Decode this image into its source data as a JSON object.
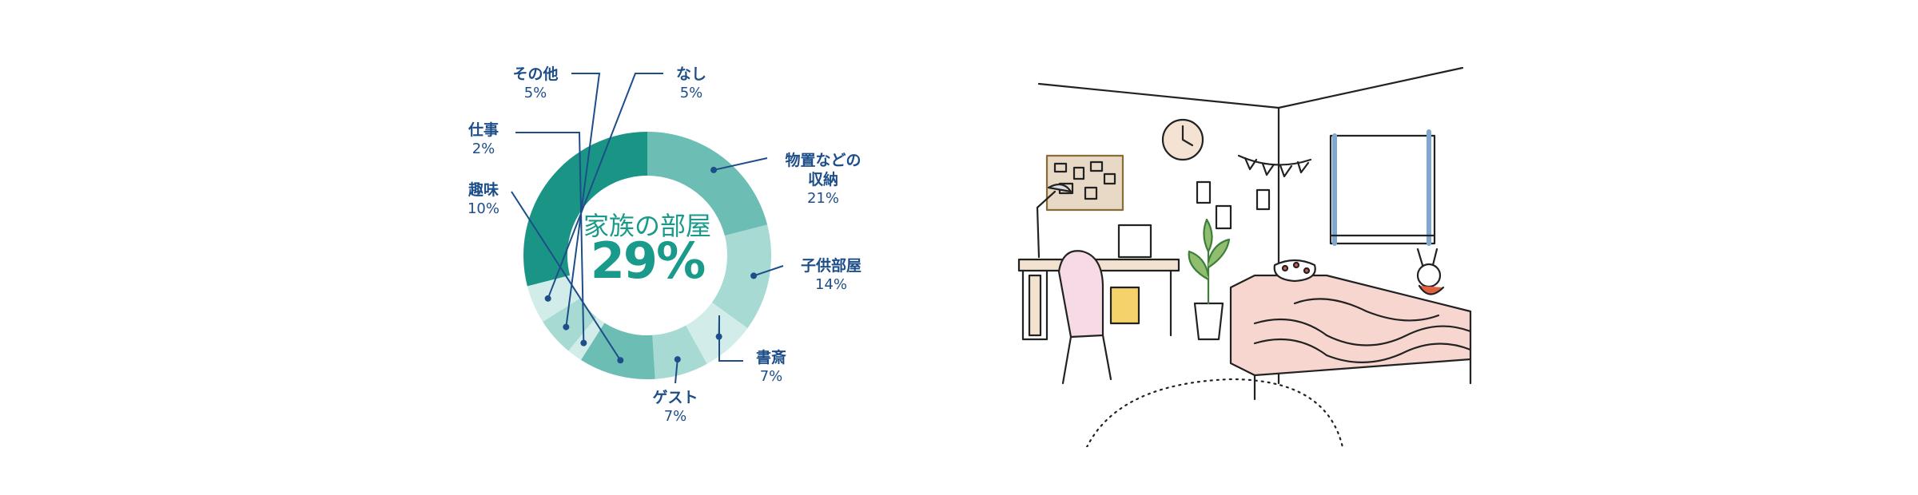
{
  "chart_data": {
    "type": "pie",
    "donut": true,
    "center_label": "家族の部屋",
    "center_value": "29%",
    "slices": [
      {
        "label": "家族の部屋",
        "value": 29,
        "display": "29%",
        "color": "#1a9585"
      },
      {
        "label": "物置などの収納",
        "value": 21,
        "display": "21%",
        "color": "#6cbdb3"
      },
      {
        "label": "子供部屋",
        "value": 14,
        "display": "14%",
        "color": "#a6dad3"
      },
      {
        "label": "書斎",
        "value": 7,
        "display": "7%",
        "color": "#d2ede9"
      },
      {
        "label": "ゲスト",
        "value": 7,
        "display": "7%",
        "color": "#a6dad3"
      },
      {
        "label": "趣味",
        "value": 10,
        "display": "10%",
        "color": "#6cbdb3"
      },
      {
        "label": "仕事",
        "value": 2,
        "display": "2%",
        "color": "#d2ede9"
      },
      {
        "label": "その他",
        "value": 5,
        "display": "5%",
        "color": "#a6dad3"
      },
      {
        "label": "なし",
        "value": 5,
        "display": "5%",
        "color": "#d2ede9"
      }
    ]
  },
  "colors": {
    "label_text": "#1d4e89",
    "leader_line": "#1d4e89",
    "center_text": "#1a9a8a"
  },
  "illustration": {
    "icon": "bedroom-illustration"
  }
}
